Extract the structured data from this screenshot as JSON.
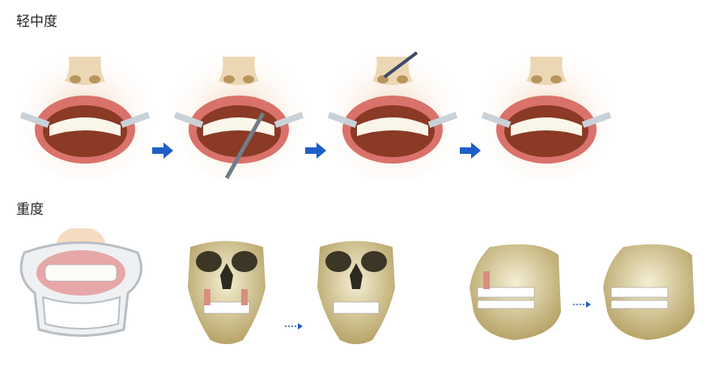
{
  "sections": [
    {
      "label": "轻中度",
      "steps": [
        "mouth-step-1",
        "mouth-step-2",
        "mouth-step-3",
        "mouth-step-4"
      ]
    },
    {
      "label": "重度",
      "steps": [
        "retractor",
        "skull-front-before",
        "skull-front-after",
        "skull-side-before",
        "skull-side-after"
      ]
    }
  ],
  "colors": {
    "arrow": "#1f5fc8",
    "lip": "#d9726a",
    "skin": "#f6dcc0",
    "bone": "#e9dfb0"
  }
}
